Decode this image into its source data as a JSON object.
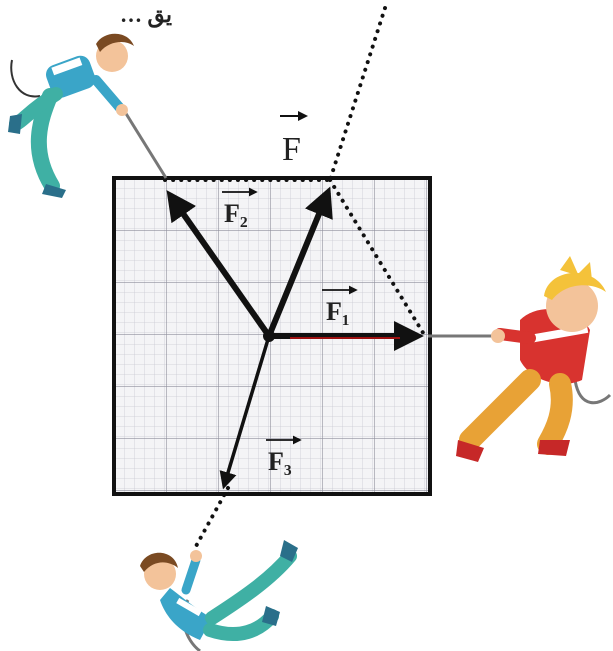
{
  "header_text": "… يق",
  "labels": {
    "F": "F",
    "F1": "F₁",
    "F2": "F₂",
    "F3": "F₃"
  },
  "colors": {
    "arrow": "#111111",
    "f1_tail": "#cc1111",
    "grid_minor": "#c7c7cf",
    "grid_major": "#8c8c9a",
    "frame": "#111111",
    "rope": "#7a7a7a",
    "boy_shirt_blue": "#3aa5c8",
    "boy_pants_green": "#3fb0a4",
    "boy_shirt_red": "#d8332f",
    "boy_pants_orange": "#e8a236"
  },
  "icons": [
    "boy-pulling-rope-top-left",
    "boy-pulling-rope-right",
    "boy-pulling-rope-bottom"
  ]
}
